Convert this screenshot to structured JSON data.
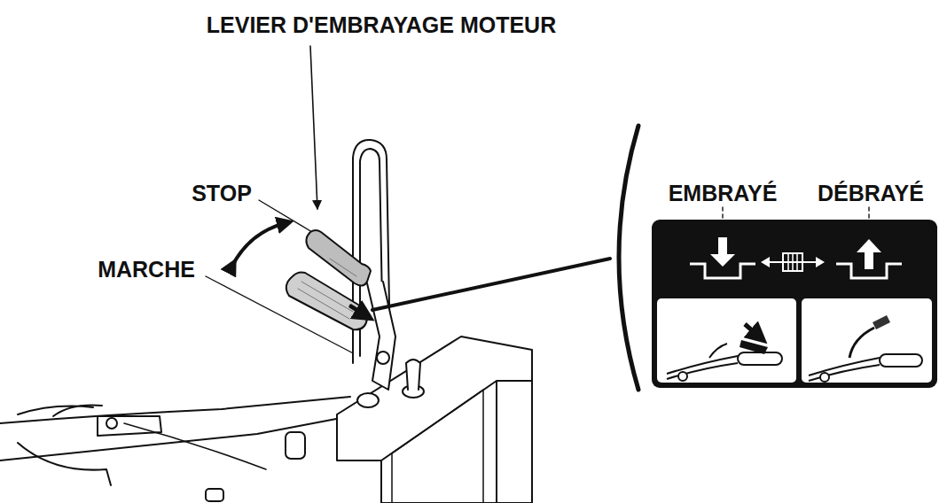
{
  "diagram": {
    "labels": [
      "LEVIER D'EMBRAYAGE MOTEUR",
      "STOP",
      "MARCHE",
      "EMBRAYÉ",
      "DÉBRAYÉ"
    ]
  }
}
